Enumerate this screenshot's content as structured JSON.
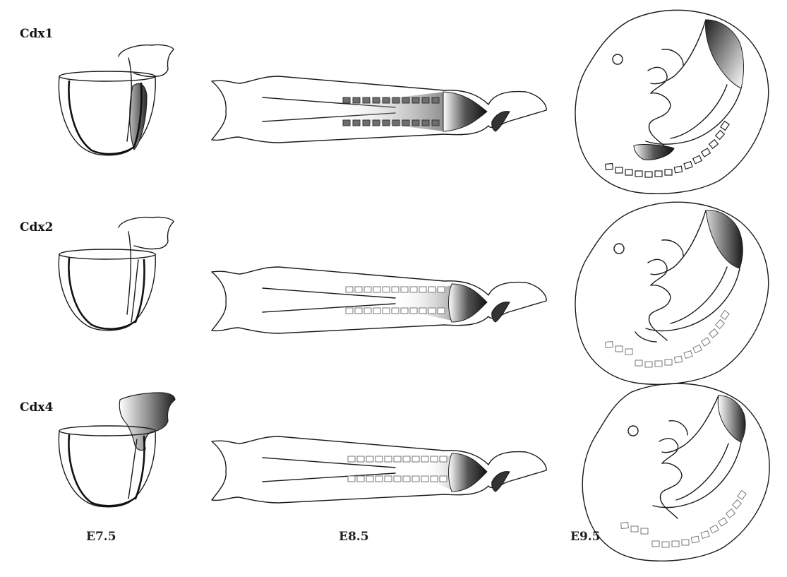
{
  "rows": [
    {
      "gene": "Cdx1"
    },
    {
      "gene": "Cdx2"
    },
    {
      "gene": "Cdx4"
    }
  ],
  "columns": [
    {
      "stage": "E7.5"
    },
    {
      "stage": "E8.5"
    },
    {
      "stage": "E9.5"
    }
  ],
  "colors": {
    "outline": "#1a1a1a",
    "expression_dark": "#222222",
    "expression_light": "#ffffff",
    "somite_fill": "#6e6e6e"
  }
}
